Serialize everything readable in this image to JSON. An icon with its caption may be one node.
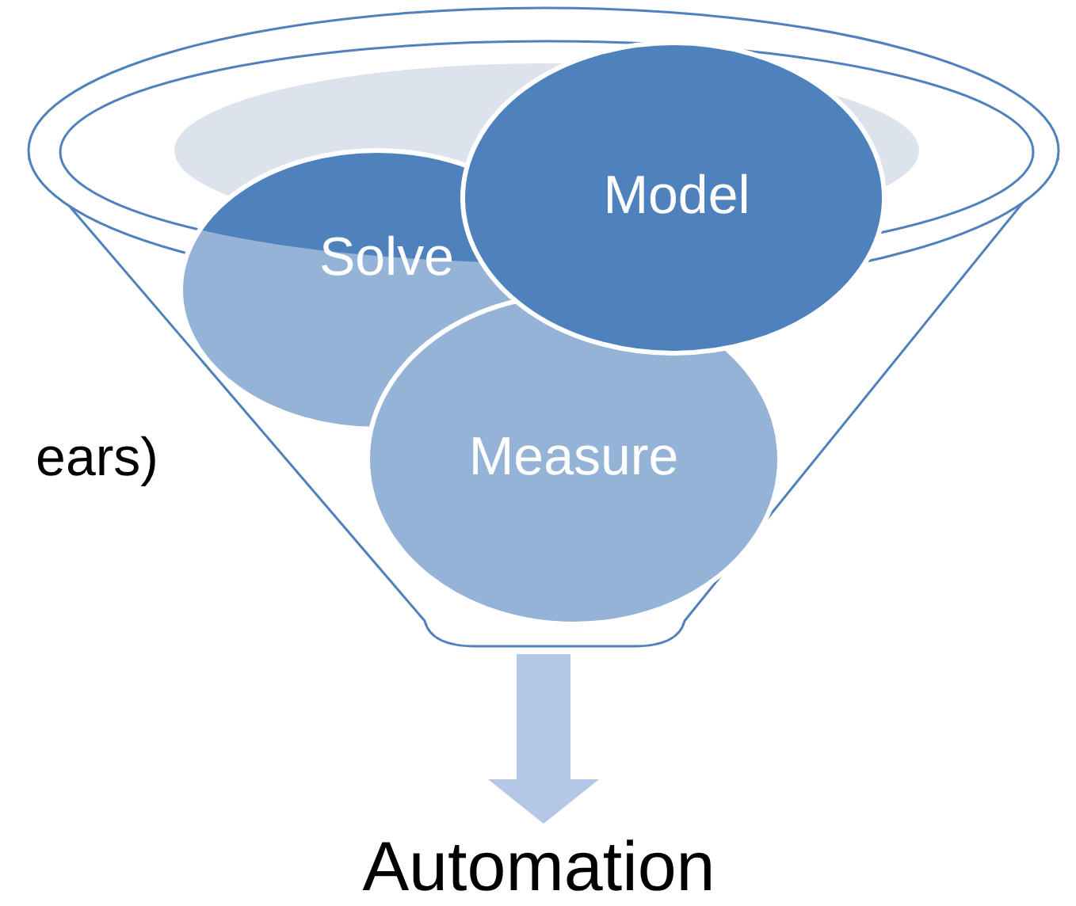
{
  "diagram": {
    "nodes": [
      {
        "text": [],
        "shape": "funnel"
      },
      {
        "text": [
          "Solve"
        ],
        "in": 0
      },
      {
        "text": [
          "Model"
        ]
      },
      {
        "text": [
          "Measure"
        ],
        "in": 0
      },
      {
        "text": [
          "Automation"
        ]
      }
    ],
    "edges": [
      {
        "from": 0,
        "to": 4,
        "arrow": "to"
      }
    ],
    "labels": [
      "ears)"
    ]
  }
}
